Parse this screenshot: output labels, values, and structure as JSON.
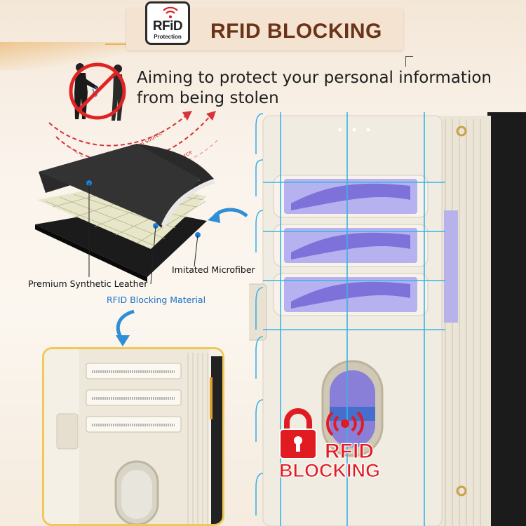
{
  "banner": {
    "title": "RFID BLOCKING",
    "badge_top": "RFiD",
    "badge_bottom": "Protection"
  },
  "headline": {
    "line1": "Aiming to protect your personal information",
    "line2": "from being stolen"
  },
  "signal_labels": [
    "Signal source",
    "Signal source"
  ],
  "layers": {
    "leather": "Premium Synthetic Leather",
    "microfiber": "Imitated Microfiber",
    "rfid": "RFID Blocking Material"
  },
  "logo": {
    "line1": "RFID",
    "line2": "BLOCKING"
  },
  "colors": {
    "accent_gold": "#f0c85a",
    "title_brown": "#6b3318",
    "callout_blue": "#1a73c9",
    "cyan_lines": "#3ab3e6",
    "logo_red": "#e01b22",
    "arrow_blue": "#2f8fd6"
  }
}
